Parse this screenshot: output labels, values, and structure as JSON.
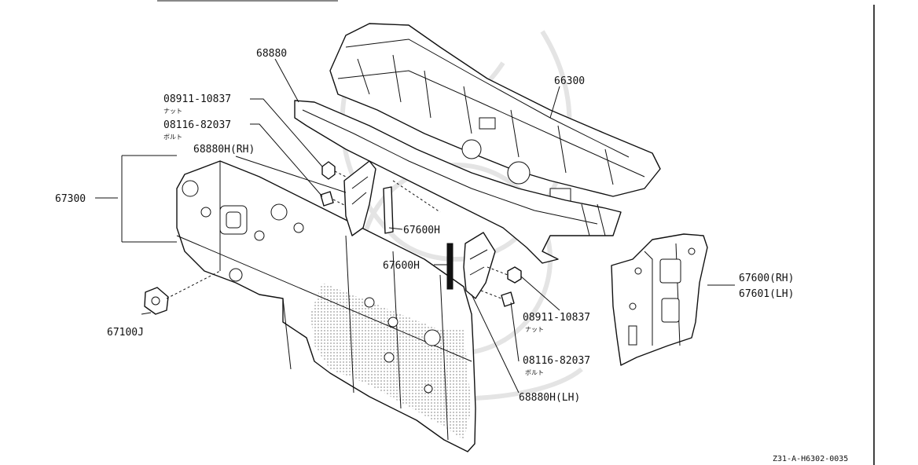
{
  "labels": {
    "p68880": "68880",
    "p66300": "66300",
    "p08911_top": "08911-10837",
    "p08911_top_sub": "ナット",
    "p08116_top": "08116-82037",
    "p08116_top_sub": "ボルト",
    "p68880H_rh": "68880H(RH)",
    "p67300": "67300",
    "p67600H_upper": "67600H",
    "p67600H_lower": "67600H",
    "p67100J": "67100J",
    "p67600_rh": "67600(RH)",
    "p67601_lh": "67601(LH)",
    "p08911_bottom": "08911-10837",
    "p08911_bottom_sub": "ナット",
    "p08116_bottom": "08116-82037",
    "p08116_bottom_sub": "ボルト",
    "p68880H_lh": "68880H(LH)"
  },
  "reference_code": "Z31-A-H6302-0035"
}
